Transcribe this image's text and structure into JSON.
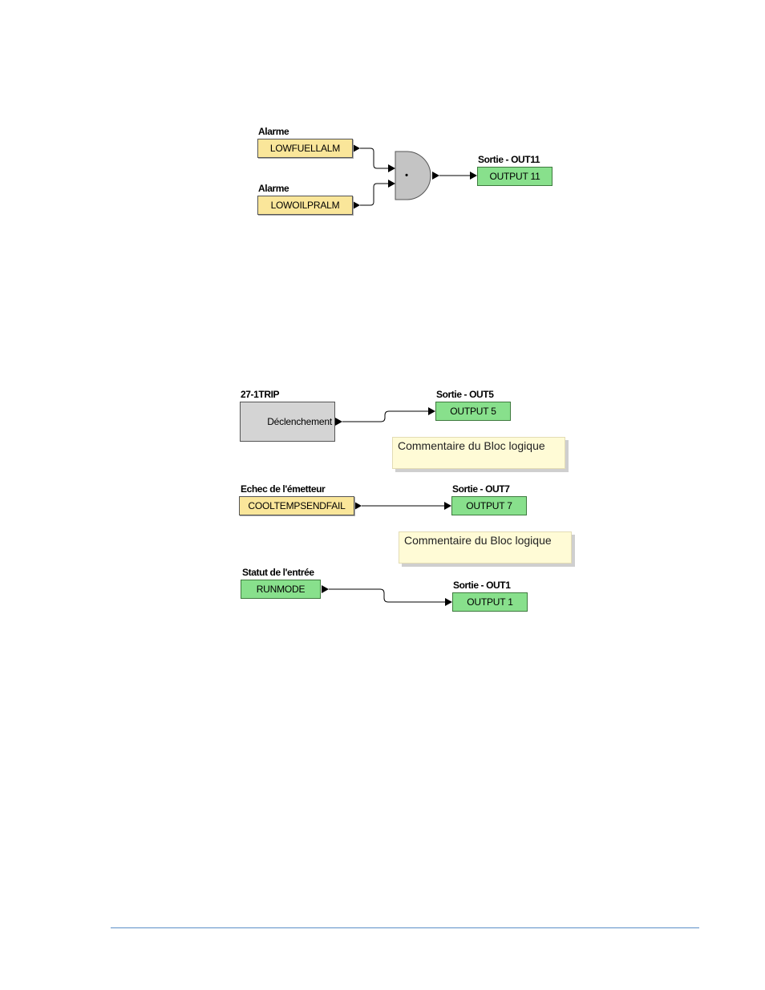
{
  "diagram1": {
    "inputs": [
      {
        "label": "Alarme",
        "value": "LOWFUELLALM"
      },
      {
        "label": "Alarme",
        "value": "LOWOILPRALM"
      }
    ],
    "gate_symbol": "•",
    "output": {
      "label": "Sortie - OUT11",
      "value": "OUTPUT 11"
    }
  },
  "diagram2": {
    "block": {
      "label": "27-1TRIP",
      "port": "Déclenchement"
    },
    "output1": {
      "label": "Sortie - OUT5",
      "value": "OUTPUT 5"
    },
    "comment1": "Commentaire du Bloc logique",
    "input2": {
      "label": "Echec de l'émetteur",
      "value": "COOLTEMPSENDFAIL"
    },
    "output2": {
      "label": "Sortie - OUT7",
      "value": "OUTPUT 7"
    },
    "comment2": "Commentaire du Bloc logique",
    "input3": {
      "label": "Statut de l'entrée",
      "value": "RUNMODE"
    },
    "output3": {
      "label": "Sortie - OUT1",
      "value": "OUTPUT 1"
    }
  },
  "colors": {
    "input_fill": "#fae69a",
    "output_fill": "#88e08c",
    "gate_fill": "#c4c4c4",
    "comment_fill": "#fffbd6",
    "footer_rule": "#5b8fc7"
  }
}
